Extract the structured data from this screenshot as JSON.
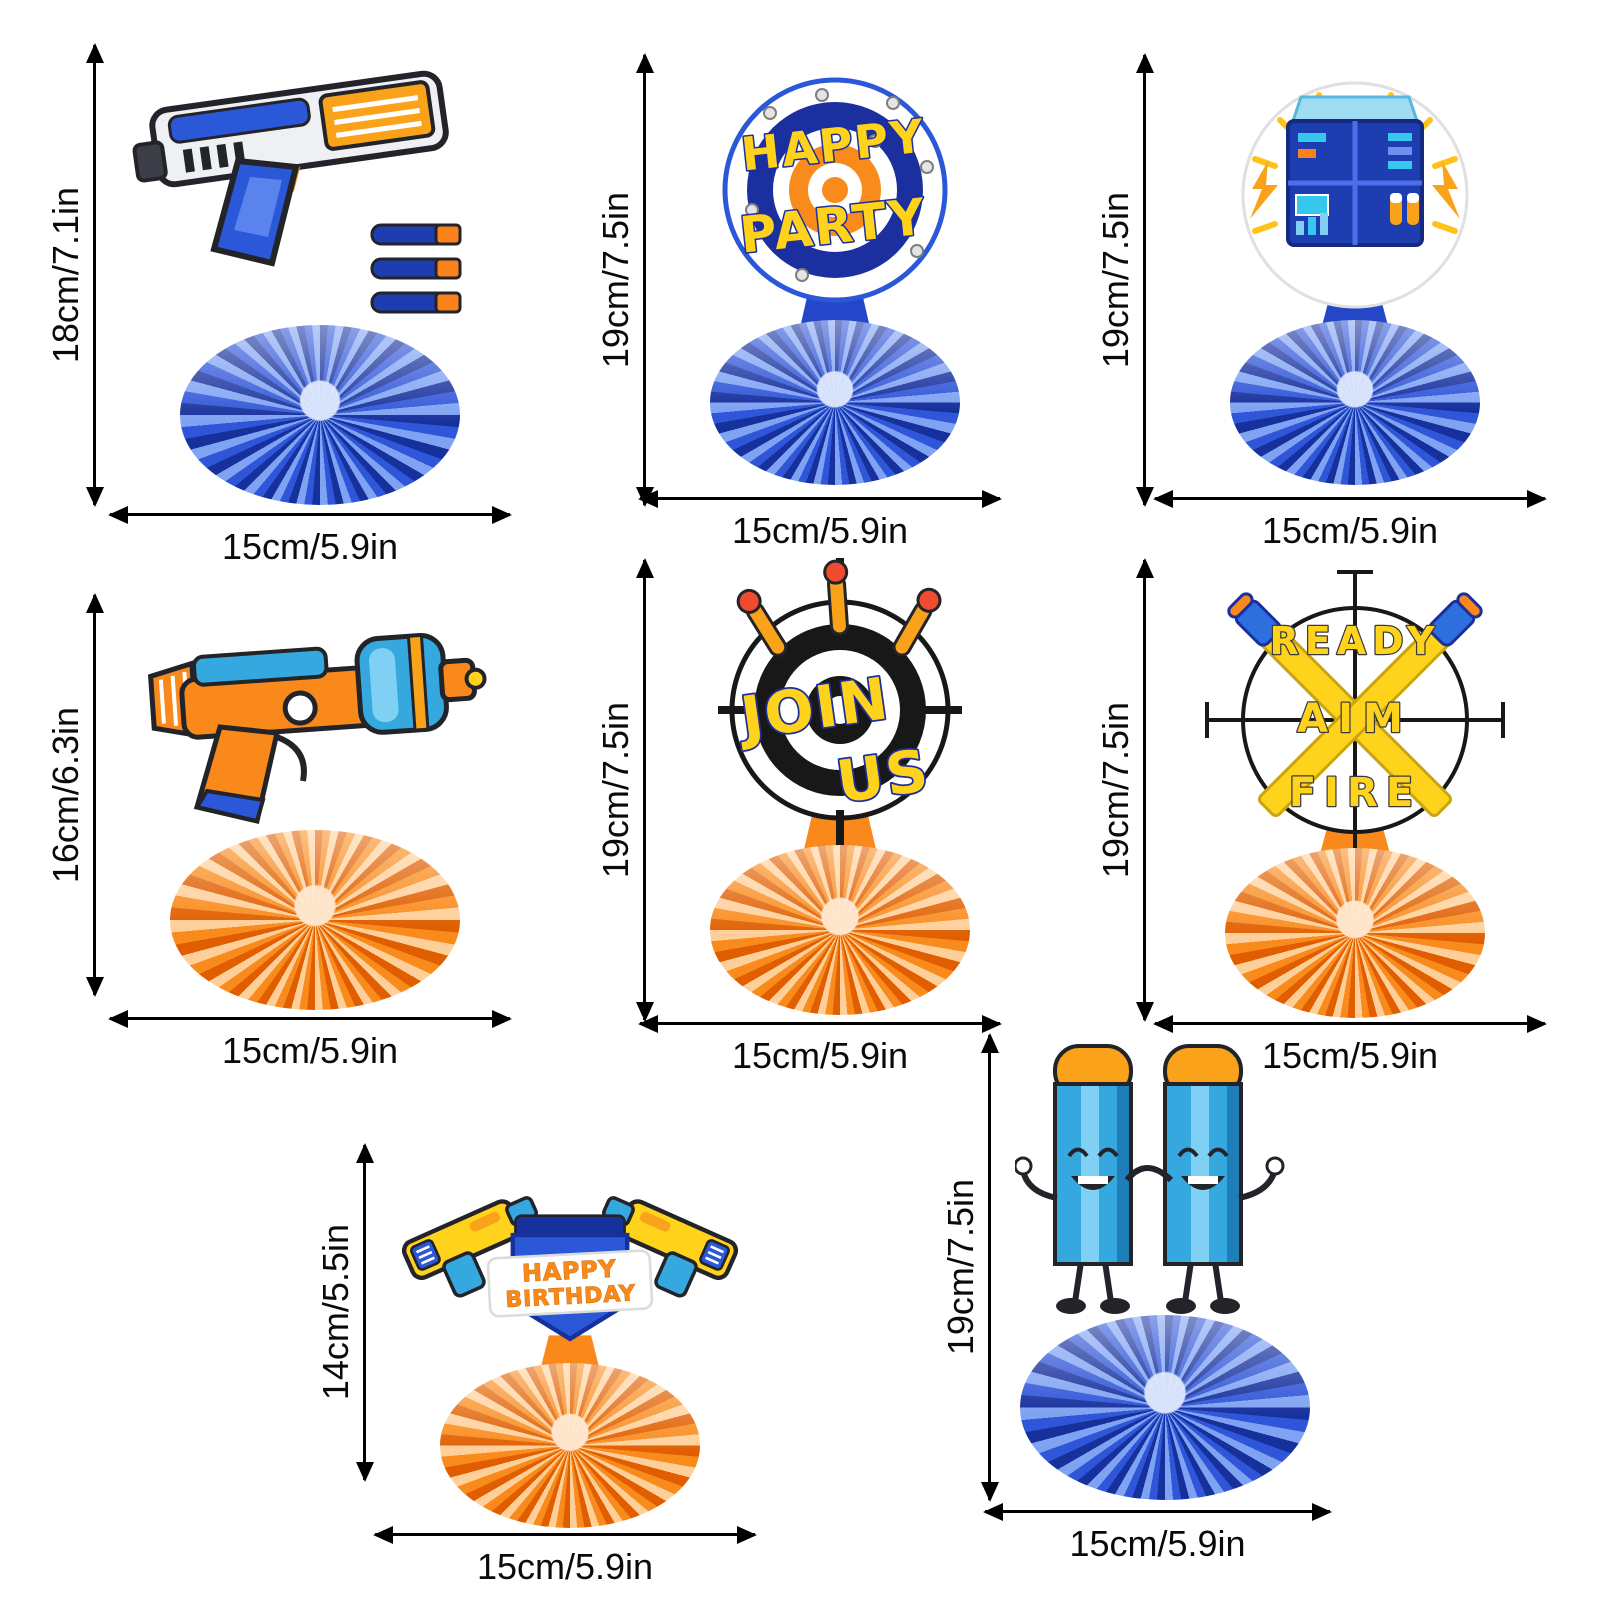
{
  "items": [
    {
      "id": "blaster-blue",
      "height_label": "18cm/7.1in",
      "width_label": "15cm/5.9in"
    },
    {
      "id": "happy-party-target",
      "line1": "HAPPY",
      "line2": "PARTY",
      "height_label": "19cm/7.5in",
      "width_label": "15cm/5.9in"
    },
    {
      "id": "blaster-machine",
      "height_label": "19cm/7.5in",
      "width_label": "15cm/5.9in"
    },
    {
      "id": "blaster-orange",
      "height_label": "16cm/6.3in",
      "width_label": "15cm/5.9in"
    },
    {
      "id": "join-us-target",
      "line1": "JOIN",
      "line2": "US",
      "height_label": "19cm/7.5in",
      "width_label": "15cm/5.9in"
    },
    {
      "id": "ready-aim-fire-scope",
      "line1": "READY",
      "line2": "AIM",
      "line3": "FIRE",
      "height_label": "19cm/7.5in",
      "width_label": "15cm/5.9in"
    },
    {
      "id": "happy-birthday-guns",
      "line1": "HAPPY",
      "line2": "BIRTHDAY",
      "height_label": "14cm/5.5in",
      "width_label": "15cm/5.9in"
    },
    {
      "id": "dart-characters",
      "height_label": "19cm/7.5in",
      "width_label": "15cm/5.9in"
    }
  ],
  "colors": {
    "navy": "#1b2f9e",
    "blue": "#2b57d9",
    "sky": "#35a8e0",
    "orange": "#f9891a",
    "yellow": "#ffd21c",
    "pom_blue": "#2f55d8",
    "pom_orange": "#f98b1c"
  }
}
